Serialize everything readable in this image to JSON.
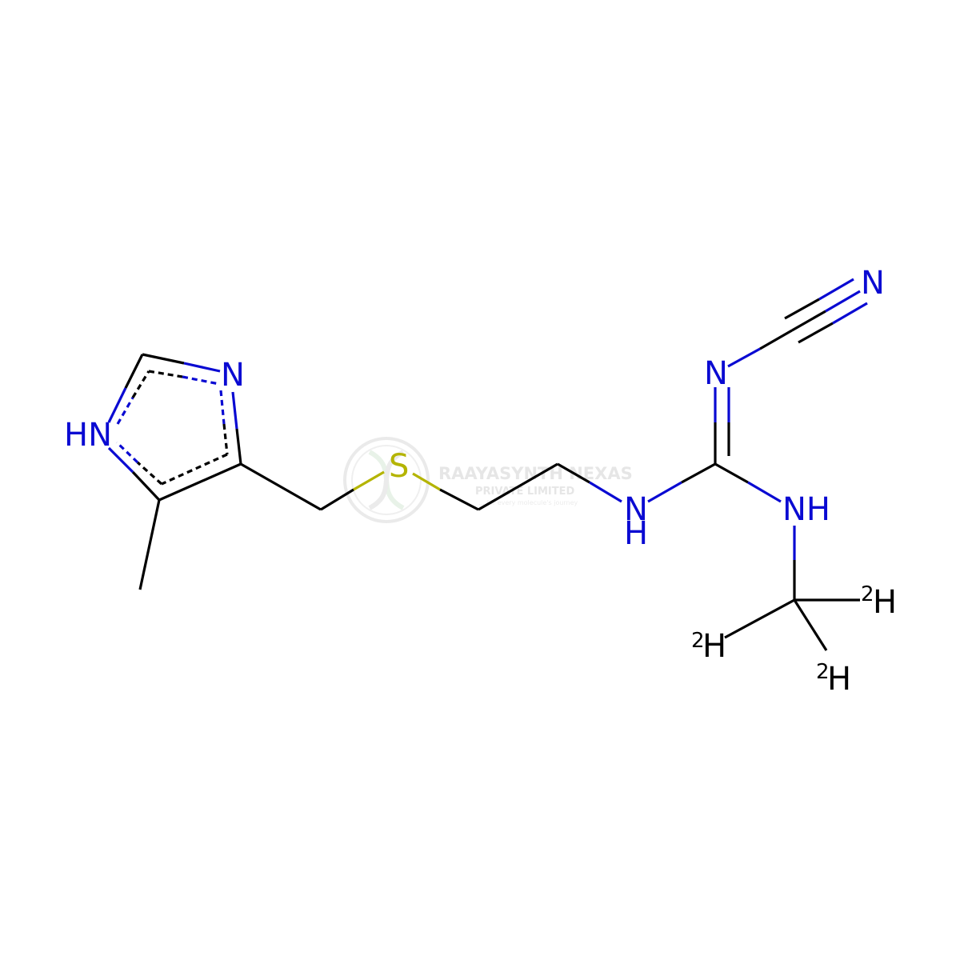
{
  "colors": {
    "background": "#ffffff",
    "carbon_bond": "#000000",
    "nitrogen": "#0a0ad2",
    "sulfur": "#b4b400",
    "hydrogen_label": "#000000",
    "watermark": "#d9d9d9"
  },
  "atom_labels": {
    "imidazole_nh": "HN",
    "imidazole_n": "N",
    "sulfur": "S",
    "amide_n": "N",
    "amide_h": "H",
    "amine_nh": "NH",
    "imine_n": "N",
    "nitrile_n": "N",
    "deuterium_1": "H",
    "deuterium_2": "H",
    "deuterium_3": "H",
    "isotope_mass": "2"
  },
  "watermark": {
    "company": "RAAYASYNTH NEXAS",
    "subtitle": "PRIVATE LIMITED",
    "tagline": "... for every molecule's journey",
    "logo": "dna-helix-logo-icon"
  }
}
